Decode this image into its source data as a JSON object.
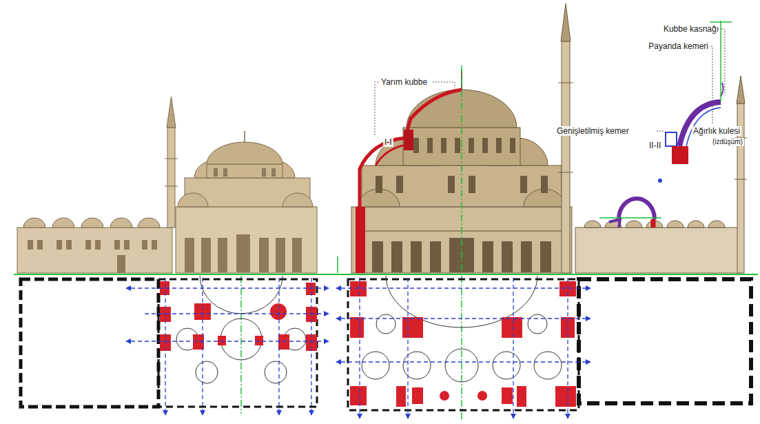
{
  "diagram": {
    "labels": [
      "Yarım kubbe",
      "I-I",
      "Kubbe kasnağı",
      "Payanda kemeri",
      "Genişletilmiş kemer",
      "II-II",
      "Ağırlık kulesi",
      "(izdüşüm)"
    ]
  }
}
